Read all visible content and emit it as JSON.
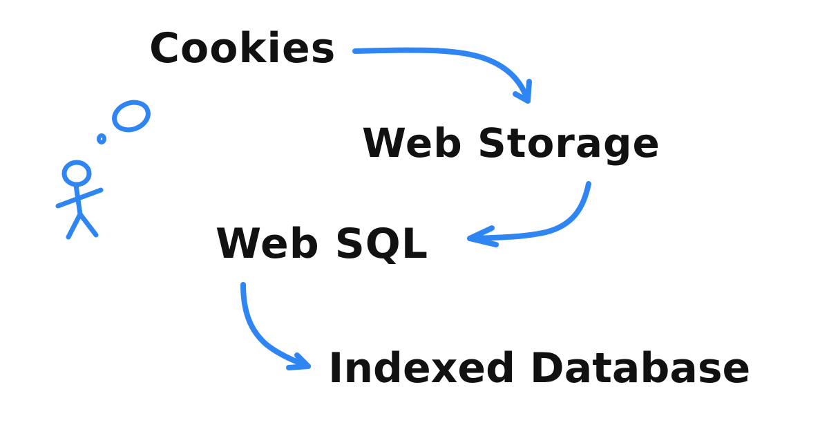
{
  "diagram": {
    "nodes": [
      {
        "id": "cookies",
        "label": "Cookies"
      },
      {
        "id": "web-storage",
        "label": "Web Storage"
      },
      {
        "id": "web-sql",
        "label": "Web SQL"
      },
      {
        "id": "indexed-database",
        "label": "Indexed Database"
      }
    ],
    "edges": [
      {
        "from": "cookies",
        "to": "web-storage"
      },
      {
        "from": "web-storage",
        "to": "web-sql"
      },
      {
        "from": "web-sql",
        "to": "indexed-database"
      }
    ],
    "decorations": [
      {
        "icon": "stick-figure-icon"
      },
      {
        "icon": "thought-bubble-icon"
      }
    ]
  },
  "colors": {
    "accent": "#2f86f2",
    "text": "#111111",
    "background": "#ffffff"
  }
}
